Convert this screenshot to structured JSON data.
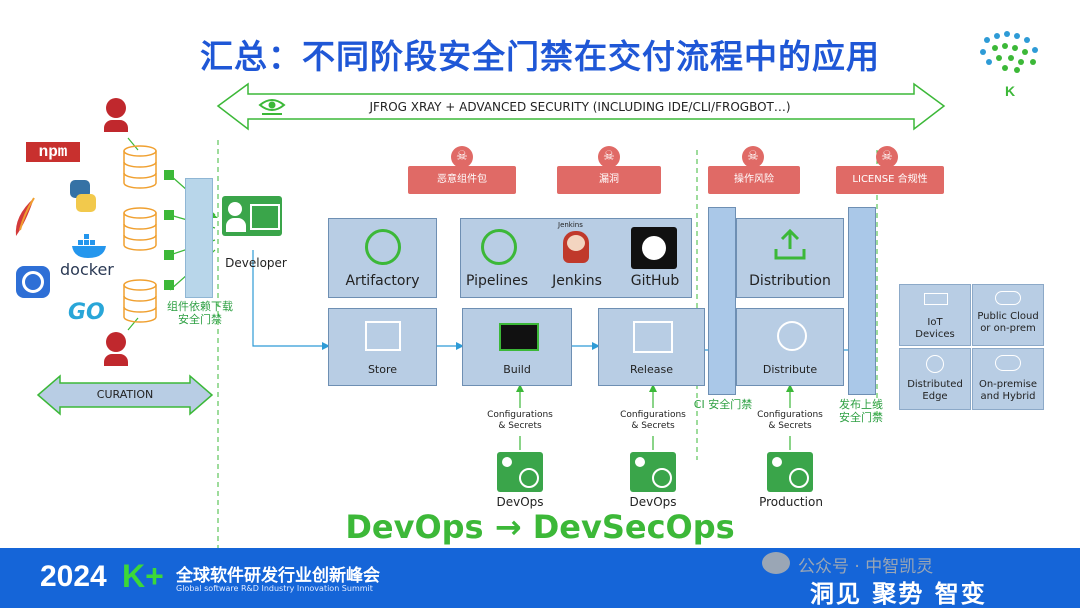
{
  "title": "汇总：不同阶段安全门禁在交付流程中的应用",
  "xray_banner": "JFROG XRAY + ADVANCED SECURITY (INCLUDING IDE/CLI/FROGBOT…)",
  "risk_tags": [
    "恶意组件包",
    "漏洞",
    "操作风险",
    "LICENSE 合规性"
  ],
  "sources": [
    "npm",
    "docker",
    "GO"
  ],
  "developer_label": "Developer",
  "dependency_gate": "组件依赖下载\n安全门禁",
  "curation_label": "CURATION",
  "tools": {
    "artifactory": "Artifactory",
    "pipelines": "Pipelines",
    "jenkins": "Jenkins",
    "jenkins_small": "Jenkins",
    "github": "GitHub",
    "distribution": "Distribution"
  },
  "stages": {
    "store": "Store",
    "build": "Build",
    "release": "Release",
    "distribute": "Distribute"
  },
  "config_label": "Configurations\n& Secrets",
  "ci_gate": "CI 安全门禁",
  "release_gate": "发布上线\n安全门禁",
  "bottom_ops": [
    "DevOps",
    "DevOps",
    "Production"
  ],
  "targets": [
    "IoT\nDevices",
    "Public Cloud\nor on-prem",
    "Distributed\nEdge",
    "On-premise\nand Hybrid"
  ],
  "tagline": "DevOps → DevSecOps",
  "footer": {
    "year": "2024",
    "brand": "K+",
    "summit_cn": "全球软件研发行业创新峰会",
    "summit_en": "Global software R&D Industry Innovation Summit",
    "slogan": "洞见 聚势 智变",
    "watermark": "公众号 · 中智凯灵"
  },
  "colors": {
    "title": "#1f57d6",
    "green": "#3cb838",
    "tag_red": "#e06a66",
    "box": "#b8cde4",
    "footer_blue": "#1565d8"
  }
}
